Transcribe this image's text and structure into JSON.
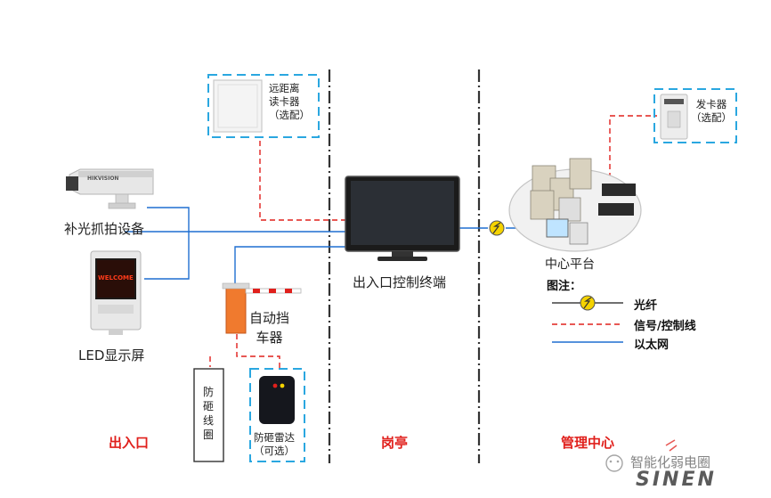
{
  "devices": {
    "reader": {
      "line1": "远距离",
      "line2": "读卡器",
      "line3": "（选配）"
    },
    "card_issuer": {
      "line1": "发卡器",
      "line2": "（选配）"
    },
    "camera": {
      "label": "补光抓拍设备",
      "brand": "HIKVISION"
    },
    "led": {
      "label": "LED显示屏",
      "screen_text": "WELCOME"
    },
    "terminal": {
      "label": "出入口控制终端"
    },
    "barrier": {
      "line1": "自动挡",
      "line2": "车器"
    },
    "loop": {
      "line1": "防",
      "line2": "砸",
      "line3": "线",
      "line4": "圈"
    },
    "radar": {
      "line1": "防砸雷达",
      "line2": "（可选）"
    },
    "center": {
      "label": "中心平台"
    }
  },
  "legend": {
    "title": "图注：",
    "fiber": "光纤",
    "signal": "信号/控制线",
    "ethernet": "以太网"
  },
  "zones": {
    "entrance": "出入口",
    "booth": "岗亭",
    "management": "管理中心"
  },
  "watermark": {
    "text": "智能化弱电圈",
    "logo": "SINEN"
  },
  "colors": {
    "ethernet": "#1f6fd1",
    "signal": "#e0201c",
    "dashed_box": "#2aa7e0",
    "divider": "#333333",
    "fiber_icon": "#f5d300"
  }
}
